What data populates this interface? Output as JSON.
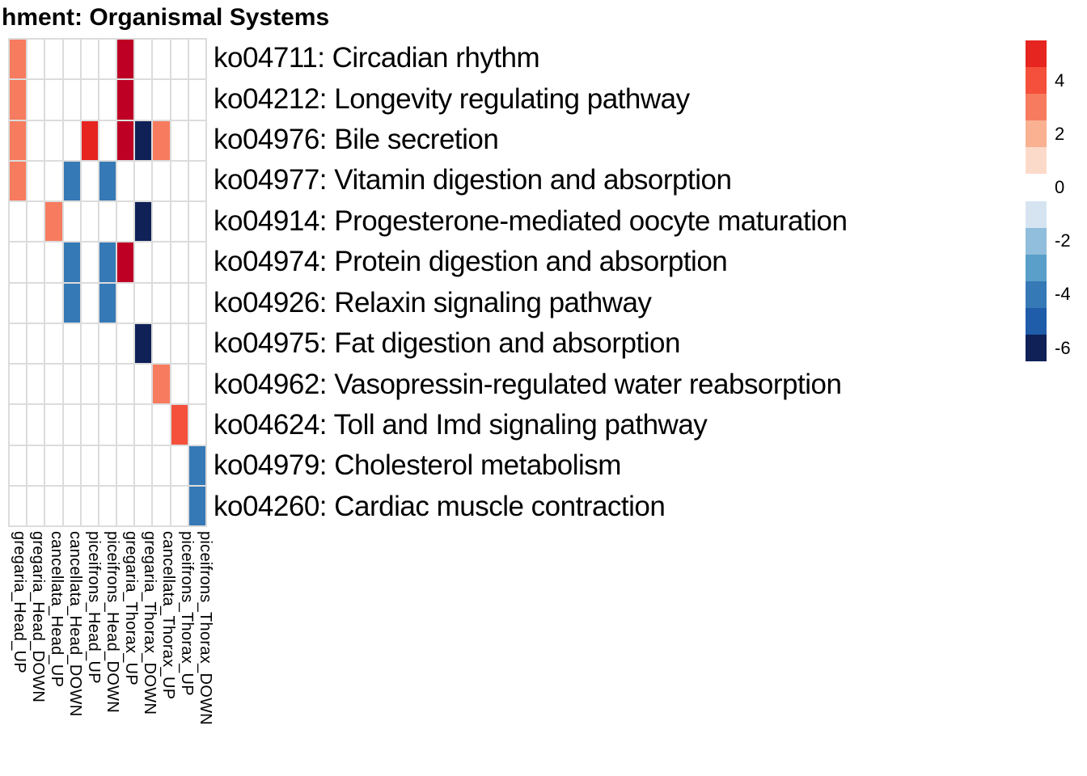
{
  "title": "hment: Organismal Systems",
  "chart_data": {
    "type": "heatmap",
    "title": "hment: Organismal Systems",
    "x_categories": [
      "gregaria_Head_UP",
      "gregaria_Head_DOWN",
      "cancellata_Head_UP",
      "cancellata_Head_DOWN",
      "piceifrons_Head_UP",
      "piceifrons_Head_DOWN",
      "gregaria_Thorax_UP",
      "gregaria_Thorax_DOWN",
      "cancellata_Thorax_UP",
      "piceifrons_Thorax_UP",
      "piceifrons_Thorax_DOWN"
    ],
    "y_categories": [
      "ko04711: Circadian rhythm",
      "ko04212: Longevity regulating pathway",
      "ko04976: Bile secretion",
      "ko04977: Vitamin digestion and absorption",
      "ko04914: Progesterone-mediated oocyte maturation",
      "ko04974: Protein digestion and absorption",
      "ko04926: Relaxin signaling pathway",
      "ko04975: Fat digestion and absorption",
      "ko04962: Vasopressin-regulated water reabsorption",
      "ko04624: Toll and Imd signaling pathway",
      "ko04979: Cholesterol metabolism",
      "ko04260: Cardiac muscle contraction"
    ],
    "cells": [
      {
        "row": 0,
        "col": 0,
        "value": 3
      },
      {
        "row": 0,
        "col": 6,
        "value": 6
      },
      {
        "row": 1,
        "col": 0,
        "value": 3
      },
      {
        "row": 1,
        "col": 6,
        "value": 6
      },
      {
        "row": 2,
        "col": 0,
        "value": 3
      },
      {
        "row": 2,
        "col": 4,
        "value": 5
      },
      {
        "row": 2,
        "col": 6,
        "value": 6
      },
      {
        "row": 2,
        "col": 7,
        "value": -6
      },
      {
        "row": 2,
        "col": 8,
        "value": 3
      },
      {
        "row": 3,
        "col": 0,
        "value": 3
      },
      {
        "row": 3,
        "col": 3,
        "value": -4
      },
      {
        "row": 3,
        "col": 5,
        "value": -4
      },
      {
        "row": 4,
        "col": 2,
        "value": 3
      },
      {
        "row": 4,
        "col": 7,
        "value": -6
      },
      {
        "row": 5,
        "col": 3,
        "value": -4
      },
      {
        "row": 5,
        "col": 5,
        "value": -4
      },
      {
        "row": 5,
        "col": 6,
        "value": 6
      },
      {
        "row": 6,
        "col": 3,
        "value": -4
      },
      {
        "row": 6,
        "col": 5,
        "value": -4
      },
      {
        "row": 7,
        "col": 7,
        "value": -6
      },
      {
        "row": 8,
        "col": 8,
        "value": 3
      },
      {
        "row": 9,
        "col": 9,
        "value": 4
      },
      {
        "row": 10,
        "col": 10,
        "value": -4
      },
      {
        "row": 11,
        "col": 10,
        "value": -4
      }
    ],
    "colorbar": {
      "position": "right",
      "tick_labels": [
        "4",
        "2",
        "0",
        "-2",
        "-4",
        "-6"
      ],
      "tick_values": [
        4,
        2,
        0,
        -2,
        -4,
        -6
      ],
      "bins": [
        {
          "value": 5,
          "color": "#E62420"
        },
        {
          "value": 4,
          "color": "#F4503B"
        },
        {
          "value": 3,
          "color": "#F77B5E"
        },
        {
          "value": 2,
          "color": "#F9B191"
        },
        {
          "value": 1,
          "color": "#FCDACA"
        },
        {
          "value": 0,
          "color": "#FFFFFF"
        },
        {
          "value": -1,
          "color": "#D6E4F2"
        },
        {
          "value": -2,
          "color": "#90BEDC"
        },
        {
          "value": -3,
          "color": "#599FCA"
        },
        {
          "value": -4,
          "color": "#3579B6"
        },
        {
          "value": -5,
          "color": "#1F5CA9"
        },
        {
          "value": -6,
          "color": "#0F2157"
        }
      ],
      "out_of_range_high_color": "#BE0024"
    },
    "grid_line_color": "#DCDCDC",
    "empty_cell_color": "#FFFFFF",
    "legend_grid": false
  }
}
